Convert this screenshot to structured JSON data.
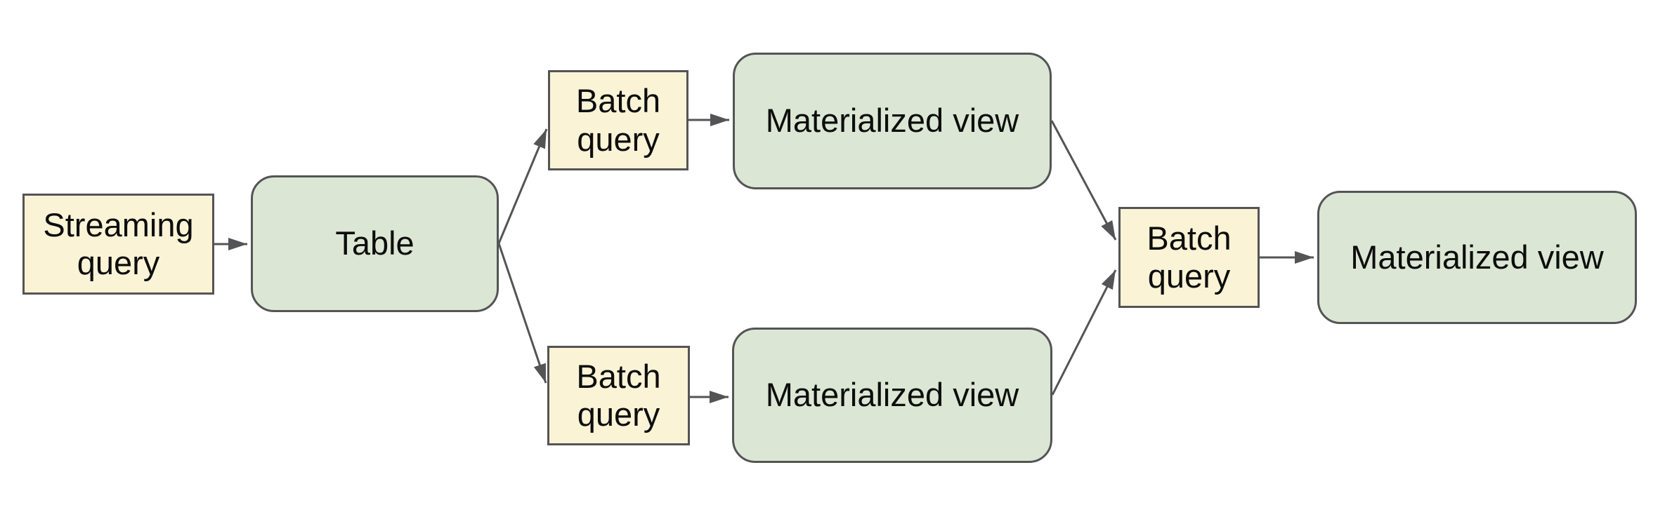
{
  "colors": {
    "background": "#ffffff",
    "query_fill": "#fbf3d6",
    "view_fill": "#dbe7d4",
    "node_border": "#545456",
    "edge_color": "#545456",
    "text_color": "#0d0d0d"
  },
  "nodes": {
    "streaming_query": {
      "label": "Streaming query",
      "kind": "query"
    },
    "table": {
      "label": "Table",
      "kind": "table"
    },
    "batch_query_top": {
      "label": "Batch query",
      "kind": "query"
    },
    "materialized_view_top": {
      "label": "Materialized view",
      "kind": "view"
    },
    "batch_query_bottom": {
      "label": "Batch query",
      "kind": "query"
    },
    "materialized_view_bottom": {
      "label": "Materialized view",
      "kind": "view"
    },
    "batch_query_merge": {
      "label": "Batch query",
      "kind": "query"
    },
    "materialized_view_final": {
      "label": "Materialized view",
      "kind": "view"
    }
  },
  "edges": [
    {
      "from": "streaming_query",
      "to": "table"
    },
    {
      "from": "table",
      "to": "batch_query_top"
    },
    {
      "from": "table",
      "to": "batch_query_bottom"
    },
    {
      "from": "batch_query_top",
      "to": "materialized_view_top"
    },
    {
      "from": "batch_query_bottom",
      "to": "materialized_view_bottom"
    },
    {
      "from": "materialized_view_top",
      "to": "batch_query_merge"
    },
    {
      "from": "materialized_view_bottom",
      "to": "batch_query_merge"
    },
    {
      "from": "batch_query_merge",
      "to": "materialized_view_final"
    }
  ]
}
